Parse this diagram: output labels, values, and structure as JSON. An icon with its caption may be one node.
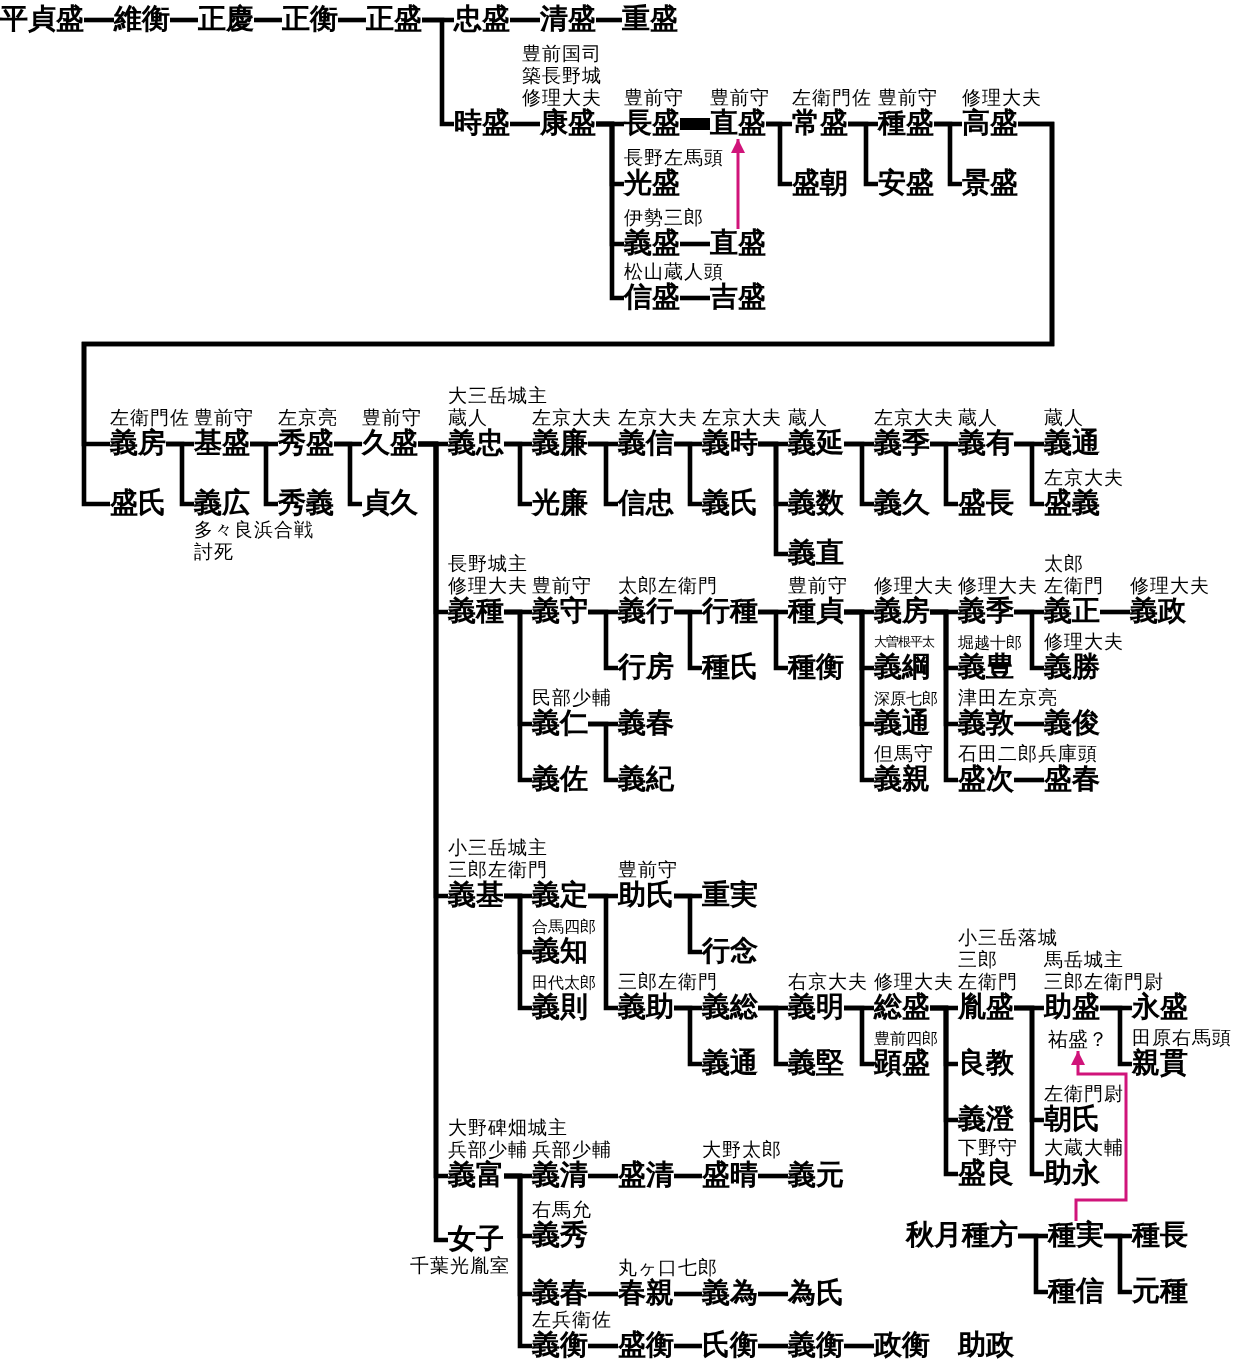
{
  "diagram": {
    "nodes": [
      {
        "text": [
          "平貞盛"
        ]
      },
      {
        "text": [
          "維衡"
        ]
      },
      {
        "text": [
          "正慶"
        ]
      },
      {
        "text": [
          "正衡"
        ]
      },
      {
        "text": [
          "正盛"
        ]
      },
      {
        "text": [
          "忠盛"
        ]
      },
      {
        "text": [
          "清盛"
        ]
      },
      {
        "text": [
          "重盛"
        ]
      },
      {
        "text": [
          "時盛"
        ]
      },
      {
        "text": [
          "康盛"
        ],
        "beside": [
          "豊前国司",
          "築長野城",
          "修理大夫"
        ]
      },
      {
        "text": [
          "長盛"
        ],
        "beside": [
          "豊前守"
        ]
      },
      {
        "text": [
          "直盛"
        ],
        "beside": [
          "豊前守"
        ]
      },
      {
        "text": [
          "常盛"
        ],
        "beside": [
          "左衛門佐"
        ]
      },
      {
        "text": [
          "種盛"
        ],
        "beside": [
          "豊前守"
        ]
      },
      {
        "text": [
          "高盛"
        ],
        "beside": [
          "修理大夫"
        ]
      },
      {
        "text": [
          "光盛"
        ],
        "beside": [
          "長野左馬頭"
        ]
      },
      {
        "text": [
          "盛朝"
        ]
      },
      {
        "text": [
          "安盛"
        ]
      },
      {
        "text": [
          "景盛"
        ]
      },
      {
        "text": [
          "義盛"
        ],
        "beside": [
          "伊勢三郎"
        ]
      },
      {
        "text": [
          "直盛"
        ]
      },
      {
        "text": [
          "信盛"
        ],
        "beside": [
          "松山蔵人頭"
        ]
      },
      {
        "text": [
          "吉盛"
        ]
      },
      {
        "text": [
          "義房"
        ],
        "beside": [
          "左衛門佐"
        ]
      },
      {
        "text": [
          "基盛"
        ],
        "beside": [
          "豊前守"
        ]
      },
      {
        "text": [
          "秀盛"
        ],
        "beside": [
          "左京亮"
        ]
      },
      {
        "text": [
          "久盛"
        ],
        "beside": [
          "豊前守"
        ]
      },
      {
        "text": [
          "義忠"
        ],
        "beside": [
          "大三岳城主",
          "蔵人"
        ]
      },
      {
        "text": [
          "義廉"
        ],
        "beside": [
          "左京大夫"
        ]
      },
      {
        "text": [
          "義信"
        ],
        "beside": [
          "左京大夫"
        ]
      },
      {
        "text": [
          "義時"
        ],
        "beside": [
          "左京大夫"
        ]
      },
      {
        "text": [
          "義延"
        ],
        "beside": [
          "蔵人"
        ]
      },
      {
        "text": [
          "義季"
        ],
        "beside": [
          "左京大夫"
        ]
      },
      {
        "text": [
          "義有"
        ],
        "beside": [
          "蔵人"
        ]
      },
      {
        "text": [
          "義通"
        ],
        "beside": [
          "蔵人"
        ]
      },
      {
        "text": [
          "盛氏"
        ]
      },
      {
        "text": [
          "義広"
        ],
        "beside": [
          "多々良浜合戦討死"
        ]
      },
      {
        "text": [
          "秀義"
        ]
      },
      {
        "text": [
          "貞久"
        ]
      },
      {
        "text": [
          "光廉"
        ]
      },
      {
        "text": [
          "信忠"
        ]
      },
      {
        "text": [
          "義氏"
        ]
      },
      {
        "text": [
          "義数"
        ]
      },
      {
        "text": [
          "義久"
        ]
      },
      {
        "text": [
          "盛長"
        ]
      },
      {
        "text": [
          "盛義"
        ],
        "beside": [
          "左京大夫"
        ]
      },
      {
        "text": [
          "義直"
        ]
      },
      {
        "text": [
          "義種"
        ],
        "beside": [
          "長野城主",
          "修理大夫"
        ]
      },
      {
        "text": [
          "義守"
        ],
        "beside": [
          "豊前守"
        ]
      },
      {
        "text": [
          "義行"
        ],
        "beside": [
          "太郎左衛門"
        ]
      },
      {
        "text": [
          "行種"
        ]
      },
      {
        "text": [
          "種貞"
        ],
        "beside": [
          "豊前守"
        ]
      },
      {
        "text": [
          "義房"
        ],
        "beside": [
          "修理大夫"
        ]
      },
      {
        "text": [
          "義季"
        ],
        "beside": [
          "修理大夫"
        ]
      },
      {
        "text": [
          "義正"
        ],
        "beside": [
          "太郎",
          "左衛門"
        ]
      },
      {
        "text": [
          "義政"
        ],
        "beside": [
          "修理大夫"
        ]
      },
      {
        "text": [
          "行房"
        ]
      },
      {
        "text": [
          "種氏"
        ]
      },
      {
        "text": [
          "種衡"
        ]
      },
      {
        "text": [
          "義綱"
        ],
        "beside": [
          "大曽根平太"
        ]
      },
      {
        "text": [
          "義豊"
        ],
        "beside": [
          "堀越十郎"
        ]
      },
      {
        "text": [
          "義勝"
        ],
        "beside": [
          "修理大夫"
        ]
      },
      {
        "text": [
          "義仁"
        ],
        "beside": [
          "民部少輔"
        ]
      },
      {
        "text": [
          "義春"
        ]
      },
      {
        "text": [
          "義通"
        ],
        "beside": [
          "深原七郎"
        ]
      },
      {
        "text": [
          "義敦"
        ],
        "beside": [
          "津田左京亮"
        ]
      },
      {
        "text": [
          "義俊"
        ]
      },
      {
        "text": [
          "義佐"
        ]
      },
      {
        "text": [
          "義紀"
        ]
      },
      {
        "text": [
          "義親"
        ],
        "beside": [
          "但馬守"
        ]
      },
      {
        "text": [
          "盛次"
        ],
        "beside": [
          "石田二郎兵庫頭"
        ]
      },
      {
        "text": [
          "盛春"
        ]
      },
      {
        "text": [
          "義基"
        ],
        "beside": [
          "小三岳城主",
          "三郎左衛門"
        ]
      },
      {
        "text": [
          "義定"
        ]
      },
      {
        "text": [
          "助氏"
        ],
        "beside": [
          "豊前守"
        ]
      },
      {
        "text": [
          "重実"
        ]
      },
      {
        "text": [
          "義知"
        ],
        "beside": [
          "合馬四郎"
        ]
      },
      {
        "text": [
          "行念"
        ]
      },
      {
        "text": [
          "義則"
        ],
        "beside": [
          "田代太郎"
        ]
      },
      {
        "text": [
          "義助"
        ],
        "beside": [
          "三郎左衛門"
        ]
      },
      {
        "text": [
          "義総"
        ]
      },
      {
        "text": [
          "義明"
        ],
        "beside": [
          "右京大夫"
        ]
      },
      {
        "text": [
          "総盛"
        ],
        "beside": [
          "修理大夫"
        ]
      },
      {
        "text": [
          "胤盛"
        ],
        "beside": [
          "小三岳落城",
          "三郎",
          "左衛門"
        ]
      },
      {
        "text": [
          "助盛"
        ],
        "beside": [
          "馬岳城主",
          "三郎左衛門尉"
        ]
      },
      {
        "text": [
          "永盛"
        ]
      },
      {
        "text": [
          "祐盛？"
        ]
      },
      {
        "text": [
          "義通"
        ]
      },
      {
        "text": [
          "義堅"
        ]
      },
      {
        "text": [
          "顕盛"
        ],
        "beside": [
          "豊前四郎"
        ]
      },
      {
        "text": [
          "良教"
        ]
      },
      {
        "text": [
          "親貫"
        ],
        "beside": [
          "田原右馬頭"
        ]
      },
      {
        "text": [
          "義澄"
        ]
      },
      {
        "text": [
          "朝氏"
        ],
        "beside": [
          "左衛門尉"
        ]
      },
      {
        "text": [
          "義富"
        ],
        "beside": [
          "大野碑畑城主",
          "兵部少輔"
        ]
      },
      {
        "text": [
          "義清"
        ],
        "beside": [
          "兵部少輔"
        ]
      },
      {
        "text": [
          "盛清"
        ]
      },
      {
        "text": [
          "盛晴"
        ],
        "beside": [
          "大野太郎"
        ]
      },
      {
        "text": [
          "義元"
        ]
      },
      {
        "text": [
          "盛良"
        ],
        "beside": [
          "下野守"
        ]
      },
      {
        "text": [
          "助永"
        ],
        "beside": [
          "大蔵大輔"
        ]
      },
      {
        "text": [
          "女子"
        ],
        "beside": [
          "千葉光胤室"
        ]
      },
      {
        "text": [
          "義秀"
        ],
        "beside": [
          "右馬允"
        ]
      },
      {
        "text": [
          "秋月種方"
        ]
      },
      {
        "text": [
          "種実"
        ]
      },
      {
        "text": [
          "種長"
        ]
      },
      {
        "text": [
          "義春"
        ]
      },
      {
        "text": [
          "春親"
        ],
        "beside": [
          "丸ヶ口七郎"
        ]
      },
      {
        "text": [
          "義為"
        ]
      },
      {
        "text": [
          "為氏"
        ]
      },
      {
        "text": [
          "種信"
        ]
      },
      {
        "text": [
          "元種"
        ]
      },
      {
        "text": [
          "義衡"
        ],
        "beside": [
          "左兵衛佐"
        ]
      },
      {
        "text": [
          "盛衡"
        ]
      },
      {
        "text": [
          "氏衡"
        ]
      },
      {
        "text": [
          "義衡"
        ]
      },
      {
        "text": [
          "政衡"
        ]
      },
      {
        "text": [
          "助政"
        ]
      }
    ],
    "edges": [
      {
        "from": 0,
        "to": 1,
        "arrow": "none"
      },
      {
        "from": 1,
        "to": 2,
        "arrow": "none"
      },
      {
        "from": 2,
        "to": 3,
        "arrow": "none"
      },
      {
        "from": 3,
        "to": 4,
        "arrow": "none"
      },
      {
        "from": 4,
        "to": 5,
        "arrow": "none"
      },
      {
        "from": 4,
        "to": 8,
        "arrow": "none"
      },
      {
        "from": 5,
        "to": 6,
        "arrow": "none"
      },
      {
        "from": 6,
        "to": 7,
        "arrow": "none"
      },
      {
        "from": 8,
        "to": 9,
        "arrow": "none"
      },
      {
        "from": 9,
        "to": 10,
        "arrow": "none"
      },
      {
        "from": 9,
        "to": 15,
        "arrow": "none"
      },
      {
        "from": 9,
        "to": 19,
        "arrow": "none"
      },
      {
        "from": 9,
        "to": 21,
        "arrow": "none"
      },
      {
        "from": 10,
        "to": 11,
        "arrow": "none",
        "style": "thick"
      },
      {
        "from": 11,
        "to": 12,
        "arrow": "none"
      },
      {
        "from": 11,
        "to": 16,
        "arrow": "none"
      },
      {
        "from": 12,
        "to": 13,
        "arrow": "none"
      },
      {
        "from": 12,
        "to": 17,
        "arrow": "none"
      },
      {
        "from": 13,
        "to": 14,
        "arrow": "none"
      },
      {
        "from": 13,
        "to": 18,
        "arrow": "none"
      },
      {
        "from": 19,
        "to": 20,
        "arrow": "none"
      },
      {
        "from": 20,
        "to": 11,
        "arrow": "to",
        "color": "#d0147a"
      },
      {
        "from": 21,
        "to": 22,
        "arrow": "none"
      },
      {
        "from": 14,
        "to": 23,
        "arrow": "none"
      },
      {
        "from": 14,
        "to": 35,
        "arrow": "none"
      },
      {
        "from": 23,
        "to": 24,
        "arrow": "none"
      },
      {
        "from": 23,
        "to": 36,
        "arrow": "none"
      },
      {
        "from": 24,
        "to": 25,
        "arrow": "none"
      },
      {
        "from": 24,
        "to": 37,
        "arrow": "none"
      },
      {
        "from": 25,
        "to": 26,
        "arrow": "none"
      },
      {
        "from": 25,
        "to": 38,
        "arrow": "none"
      },
      {
        "from": 26,
        "to": 27,
        "arrow": "none"
      },
      {
        "from": 26,
        "to": 47,
        "arrow": "none"
      },
      {
        "from": 26,
        "to": 72,
        "arrow": "none"
      },
      {
        "from": 26,
        "to": 94,
        "arrow": "none"
      },
      {
        "from": 26,
        "to": 101,
        "arrow": "none"
      },
      {
        "from": 27,
        "to": 28,
        "arrow": "none"
      },
      {
        "from": 27,
        "to": 39,
        "arrow": "none"
      },
      {
        "from": 28,
        "to": 29,
        "arrow": "none"
      },
      {
        "from": 28,
        "to": 40,
        "arrow": "none"
      },
      {
        "from": 29,
        "to": 30,
        "arrow": "none"
      },
      {
        "from": 29,
        "to": 41,
        "arrow": "none"
      },
      {
        "from": 30,
        "to": 31,
        "arrow": "none"
      },
      {
        "from": 30,
        "to": 42,
        "arrow": "none"
      },
      {
        "from": 30,
        "to": 46,
        "arrow": "none"
      },
      {
        "from": 31,
        "to": 32,
        "arrow": "none"
      },
      {
        "from": 31,
        "to": 43,
        "arrow": "none"
      },
      {
        "from": 32,
        "to": 33,
        "arrow": "none"
      },
      {
        "from": 32,
        "to": 44,
        "arrow": "none"
      },
      {
        "from": 33,
        "to": 34,
        "arrow": "none"
      },
      {
        "from": 33,
        "to": 45,
        "arrow": "none"
      },
      {
        "from": 47,
        "to": 48,
        "arrow": "none"
      },
      {
        "from": 47,
        "to": 62,
        "arrow": "none"
      },
      {
        "from": 47,
        "to": 67,
        "arrow": "none"
      },
      {
        "from": 48,
        "to": 49,
        "arrow": "none"
      },
      {
        "from": 48,
        "to": 56,
        "arrow": "none"
      },
      {
        "from": 49,
        "to": 50,
        "arrow": "none"
      },
      {
        "from": 49,
        "to": 57,
        "arrow": "none"
      },
      {
        "from": 50,
        "to": 51,
        "arrow": "none"
      },
      {
        "from": 50,
        "to": 58,
        "arrow": "none"
      },
      {
        "from": 51,
        "to": 52,
        "arrow": "none"
      },
      {
        "from": 51,
        "to": 59,
        "arrow": "none"
      },
      {
        "from": 51,
        "to": 64,
        "arrow": "none"
      },
      {
        "from": 51,
        "to": 69,
        "arrow": "none"
      },
      {
        "from": 52,
        "to": 53,
        "arrow": "none"
      },
      {
        "from": 52,
        "to": 60,
        "arrow": "none"
      },
      {
        "from": 52,
        "to": 65,
        "arrow": "none"
      },
      {
        "from": 52,
        "to": 70,
        "arrow": "none"
      },
      {
        "from": 53,
        "to": 54,
        "arrow": "none"
      },
      {
        "from": 53,
        "to": 61,
        "arrow": "none"
      },
      {
        "from": 54,
        "to": 55,
        "arrow": "none"
      },
      {
        "from": 65,
        "to": 66,
        "arrow": "none"
      },
      {
        "from": 70,
        "to": 71,
        "arrow": "none"
      },
      {
        "from": 62,
        "to": 63,
        "arrow": "none"
      },
      {
        "from": 62,
        "to": 68,
        "arrow": "none"
      },
      {
        "from": 72,
        "to": 73,
        "arrow": "none"
      },
      {
        "from": 72,
        "to": 76,
        "arrow": "none"
      },
      {
        "from": 72,
        "to": 78,
        "arrow": "none"
      },
      {
        "from": 73,
        "to": 74,
        "arrow": "none"
      },
      {
        "from": 73,
        "to": 79,
        "arrow": "none"
      },
      {
        "from": 74,
        "to": 75,
        "arrow": "none"
      },
      {
        "from": 74,
        "to": 77,
        "arrow": "none"
      },
      {
        "from": 79,
        "to": 80,
        "arrow": "none"
      },
      {
        "from": 79,
        "to": 87,
        "arrow": "none"
      },
      {
        "from": 80,
        "to": 81,
        "arrow": "none"
      },
      {
        "from": 80,
        "to": 88,
        "arrow": "none"
      },
      {
        "from": 81,
        "to": 82,
        "arrow": "none"
      },
      {
        "from": 81,
        "to": 89,
        "arrow": "none"
      },
      {
        "from": 82,
        "to": 83,
        "arrow": "none"
      },
      {
        "from": 82,
        "to": 90,
        "arrow": "none"
      },
      {
        "from": 82,
        "to": 92,
        "arrow": "none"
      },
      {
        "from": 82,
        "to": 99,
        "arrow": "none"
      },
      {
        "from": 83,
        "to": 84,
        "arrow": "none"
      },
      {
        "from": 83,
        "to": 93,
        "arrow": "none"
      },
      {
        "from": 83,
        "to": 100,
        "arrow": "none"
      },
      {
        "from": 84,
        "to": 85,
        "arrow": "none"
      },
      {
        "from": 84,
        "to": 91,
        "arrow": "none"
      },
      {
        "from": 94,
        "to": 95,
        "arrow": "none"
      },
      {
        "from": 94,
        "to": 102,
        "arrow": "none"
      },
      {
        "from": 94,
        "to": 106,
        "arrow": "none"
      },
      {
        "from": 94,
        "to": 112,
        "arrow": "none"
      },
      {
        "from": 95,
        "to": 96,
        "arrow": "none"
      },
      {
        "from": 96,
        "to": 97,
        "arrow": "none"
      },
      {
        "from": 97,
        "to": 98,
        "arrow": "none"
      },
      {
        "from": 106,
        "to": 107,
        "arrow": "none"
      },
      {
        "from": 107,
        "to": 108,
        "arrow": "none"
      },
      {
        "from": 108,
        "to": 109,
        "arrow": "none"
      },
      {
        "from": 112,
        "to": 113,
        "arrow": "none"
      },
      {
        "from": 113,
        "to": 114,
        "arrow": "none"
      },
      {
        "from": 114,
        "to": 115,
        "arrow": "none"
      },
      {
        "from": 115,
        "to": 116,
        "arrow": "none"
      },
      {
        "from": 103,
        "to": 104,
        "arrow": "none"
      },
      {
        "from": 103,
        "to": 110,
        "arrow": "none"
      },
      {
        "from": 104,
        "to": 105,
        "arrow": "none"
      },
      {
        "from": 104,
        "to": 111,
        "arrow": "none"
      },
      {
        "from": 104,
        "to": 86,
        "arrow": "to",
        "color": "#d0147a"
      }
    ]
  }
}
